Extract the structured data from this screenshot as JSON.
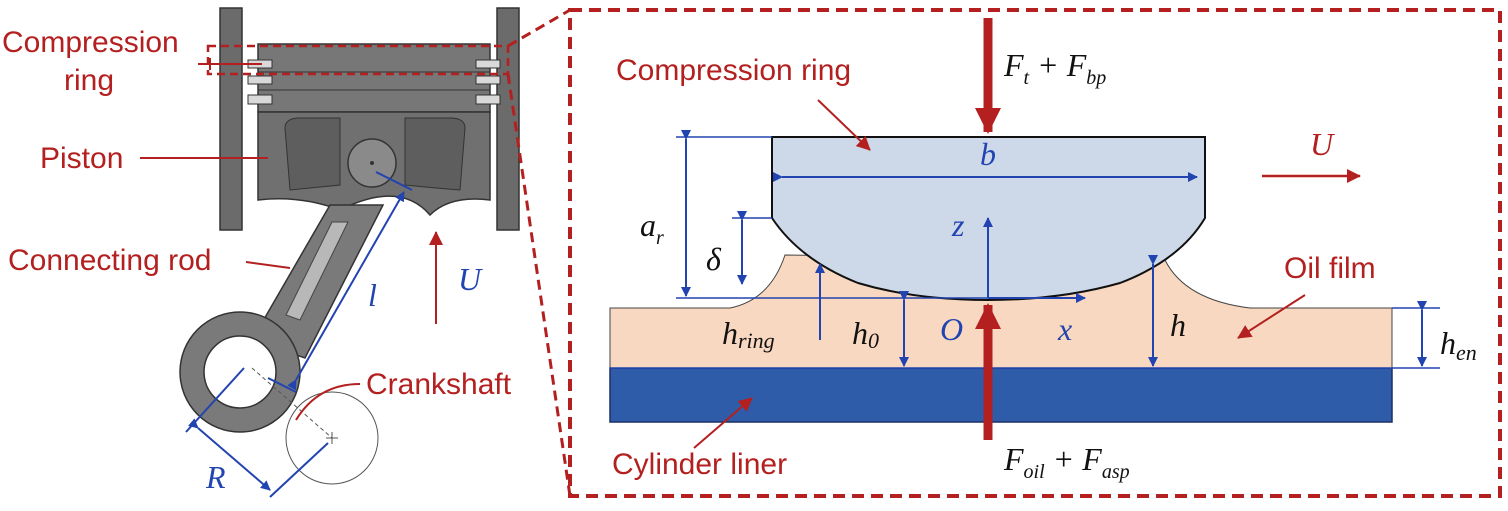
{
  "left": {
    "labels": {
      "compression_ring_1": "Compression",
      "compression_ring_2": "ring",
      "piston": "Piston",
      "connecting_rod": "Connecting rod",
      "crankshaft": "Crankshaft"
    },
    "symbols": {
      "l": "l",
      "U": "U",
      "R": "R"
    }
  },
  "right": {
    "labels": {
      "compression_ring": "Compression ring",
      "oil_film": "Oil film",
      "cylinder_liner": "Cylinder liner"
    },
    "symbols": {
      "top_force_F": "F",
      "top_force_sub1": "t",
      "top_force_plus": " + F",
      "top_force_sub2": "bp",
      "b": "b",
      "U": "U",
      "a": "a",
      "a_sub": "r",
      "delta": "δ",
      "z": "z",
      "h_ring": "h",
      "h_ring_sub": "ring",
      "h0": "h",
      "h0_sub": "0",
      "O": "O",
      "x": "x",
      "h": "h",
      "h_en": "h",
      "h_en_sub": "en",
      "bottom_force_F": "F",
      "bottom_force_sub1": "oil",
      "bottom_force_plus": " + F",
      "bottom_force_sub2": "asp"
    }
  },
  "colors": {
    "red": "#b3201f",
    "blue": "#2244b0",
    "ring_fill": "#cdd9e8",
    "oil_fill": "#f8d8c0",
    "liner_fill": "#2e5ca8",
    "piston_gray": "#666666"
  }
}
